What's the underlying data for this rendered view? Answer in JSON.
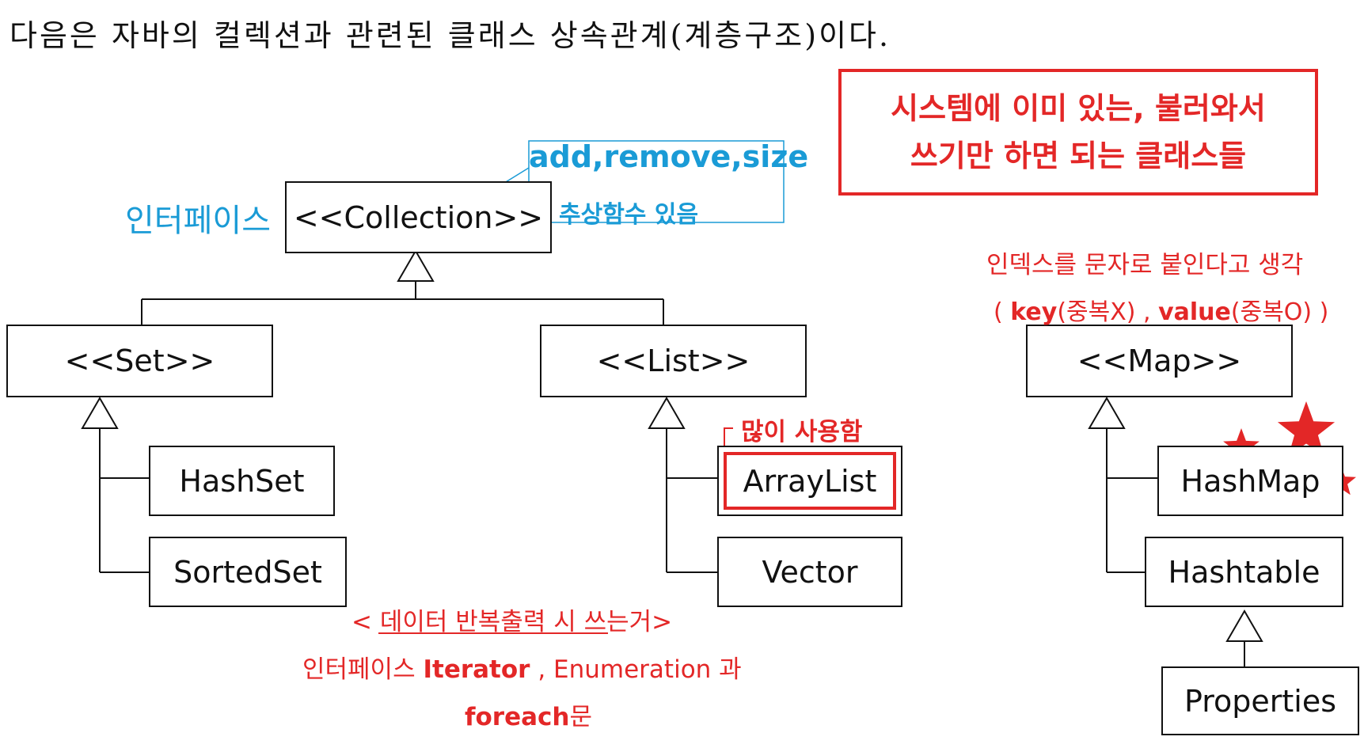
{
  "title": "다음은 자바의 컬렉션과 관련된 클래스 상속관계(계층구조)이다.",
  "note_box": {
    "line1": "시스템에 이미 있는, 불러와서",
    "line2": "쓰기만 하면 되는 클래스들"
  },
  "interface_label": "인터페이스",
  "collection_methods": "add,remove,size",
  "abstract_note": "추상함수 있음",
  "nodes": {
    "collection": "<<Collection>>",
    "set": "<<Set>>",
    "list": "<<List>>",
    "map": "<<Map>>",
    "hashset": "HashSet",
    "sortedset": "SortedSet",
    "arraylist": "ArrayList",
    "vector": "Vector",
    "hashmap": "HashMap",
    "hashtable": "Hashtable",
    "properties": "Properties"
  },
  "arraylist_note": "많이 사용함",
  "map_note": {
    "line1": "인덱스를 문자로 붙인다고 생각",
    "open": "( ",
    "key": "key",
    "key_rest": "(중복X) , ",
    "value": "value",
    "value_rest": "(중복O) )"
  },
  "iterator_note": {
    "lt": "< ",
    "underlined": "데이터 반복출력 시",
    "rest": " 쓰는거>",
    "line2_a": "인터페이스 ",
    "iterator": "Iterator",
    "line2_b": "  , Enumeration 과",
    "foreach": "foreach",
    "mun": "문"
  },
  "colors": {
    "red": "#e32727",
    "blue": "#1a9bd6",
    "line": "#111111"
  }
}
